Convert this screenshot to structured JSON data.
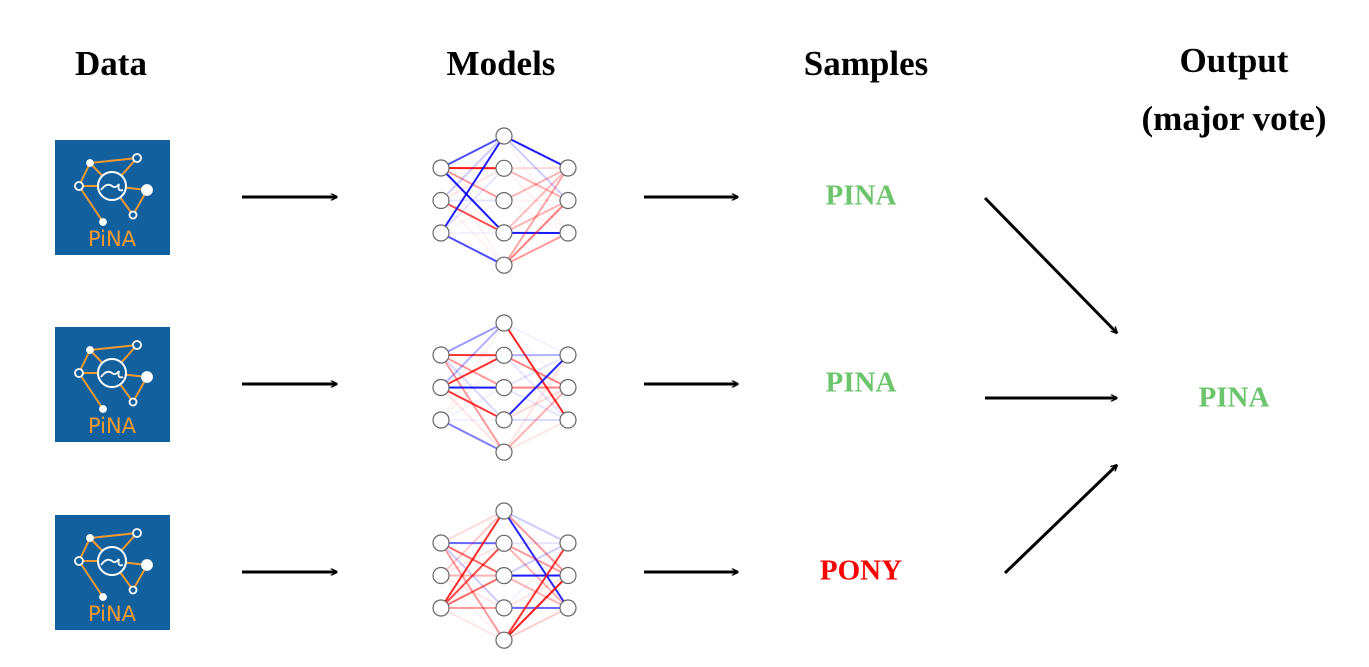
{
  "headers": {
    "data": "Data",
    "models": "Models",
    "samples": "Samples",
    "output_line1": "Output",
    "output_line2": "(major vote)"
  },
  "logo": {
    "text": "PiNA",
    "background": "#13609f",
    "accent": "#f29a2e"
  },
  "colors": {
    "positive_weight": "#ff0000",
    "negative_weight": "#0000ff",
    "correct": "#6cc56c",
    "wrong": "#ff0000"
  },
  "rows": [
    {
      "sample": "PINA",
      "correct": true,
      "weights_in_hidden": [
        [
          -0.7,
          0.9,
          0.4,
          -0.9,
          0.05
        ],
        [
          -0.2,
          0.1,
          -0.1,
          0.7,
          0.05
        ],
        [
          -0.9,
          -0.1,
          0.05,
          -0.05,
          -0.7
        ]
      ],
      "weights_hidden_out": [
        [
          -0.9,
          -0.2,
          0.05
        ],
        [
          0.15,
          0.3,
          0.05
        ],
        [
          0.3,
          0.05,
          0.05
        ],
        [
          0.25,
          0.3,
          -0.9
        ],
        [
          0.35,
          0.5,
          0.4
        ]
      ]
    },
    {
      "sample": "PINA",
      "correct": true,
      "weights_in_hidden": [
        [
          -0.4,
          0.8,
          0.4,
          -0.15,
          0.4
        ],
        [
          -0.3,
          0.8,
          -0.9,
          0.8,
          0.1
        ],
        [
          0.05,
          0.05,
          -0.05,
          -0.05,
          -0.5
        ]
      ],
      "weights_hidden_out": [
        [
          -0.05,
          0.0,
          0.85
        ],
        [
          -0.3,
          0.5,
          -0.1
        ],
        [
          -0.1,
          0.5,
          -0.1
        ],
        [
          -0.85,
          0.15,
          -0.15
        ],
        [
          0.1,
          0.3,
          0.1
        ]
      ]
    },
    {
      "sample": "PONY",
      "correct": false,
      "weights_in_hidden": [
        [
          0.15,
          -0.6,
          0.6,
          -0.2,
          0.4
        ],
        [
          0.2,
          0.1,
          0.3,
          0.1,
          0.05
        ],
        [
          0.85,
          0.7,
          0.6,
          0.4,
          0.1
        ]
      ],
      "weights_hidden_out": [
        [
          -0.2,
          0.4,
          -0.85
        ],
        [
          -0.1,
          0.4,
          0.3
        ],
        [
          -0.2,
          -0.9,
          0.3
        ],
        [
          -0.05,
          0.1,
          -0.6
        ],
        [
          0.8,
          0.9,
          0.2
        ]
      ]
    }
  ],
  "output": {
    "value": "PINA",
    "correct": true
  }
}
